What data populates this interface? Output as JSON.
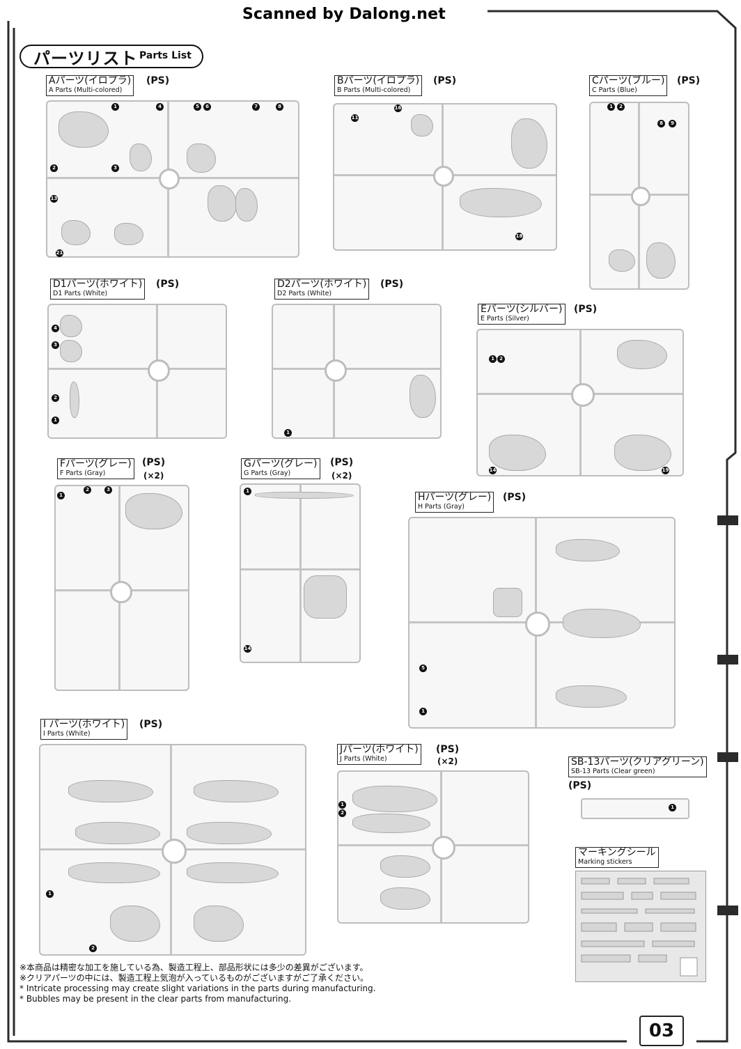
{
  "scan_credit": "Scanned by Dalong.net",
  "header": {
    "title_jp": "パーツリスト",
    "title_en": "Parts List"
  },
  "ps": "(PS)",
  "runners": {
    "A": {
      "jp": "Aパーツ(イロプラ)",
      "en": "A Parts (Multi-colored)"
    },
    "B": {
      "jp": "Bパーツ(イロプラ)",
      "en": "B Parts (Multi-colored)"
    },
    "C": {
      "jp": "Cパーツ(ブルー)",
      "en": "C Parts (Blue)"
    },
    "D1": {
      "jp": "D1パーツ(ホワイト)",
      "en": "D1 Parts (White)"
    },
    "D2": {
      "jp": "D2パーツ(ホワイト)",
      "en": "D2 Parts (White)"
    },
    "E": {
      "jp": "Eパーツ(シルバー)",
      "en": "E Parts (Silver)"
    },
    "F": {
      "jp": "Fパーツ(グレー)",
      "en": "F Parts (Gray)",
      "count": "(×2)"
    },
    "G": {
      "jp": "Gパーツ(グレー)",
      "en": "G Parts (Gray)",
      "count": "(×2)"
    },
    "H": {
      "jp": "Hパーツ(グレー)",
      "en": "H Parts (Gray)"
    },
    "I": {
      "jp": "I パーツ(ホワイト)",
      "en": "I Parts (White)"
    },
    "J": {
      "jp": "Jパーツ(ホワイト)",
      "en": "J Parts (White)",
      "count": "(×2)"
    },
    "SB13": {
      "jp": "SB-13パーツ(クリアグリーン)",
      "en": "SB-13 Parts (Clear green)"
    }
  },
  "stickers": {
    "jp": "マーキングシール",
    "en": "Marking stickers"
  },
  "notes": [
    "※本商品は精密な加工を施している為、製造工程上、部品形状には多少の差異がございます。",
    "※クリアパーツの中には、製造工程上気泡が入っているものがございますがご了承ください。",
    "* Intricate processing may create slight variations in the parts during manufacturing.",
    "* Bubbles may be present in the clear parts from manufacturing."
  ],
  "page_number": "03"
}
